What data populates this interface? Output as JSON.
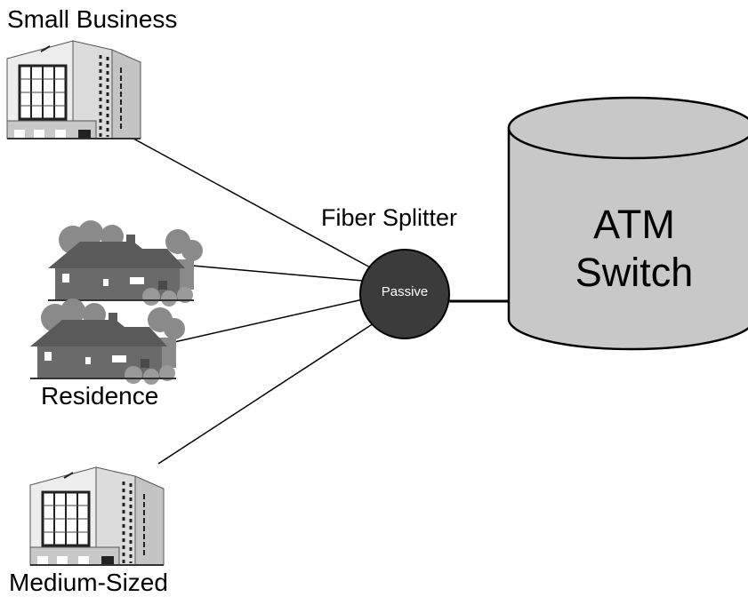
{
  "labels": {
    "small_business": "Small Business",
    "fiber_splitter": "Fiber Splitter",
    "passive": "Passive",
    "residence": "Residence",
    "medium_sized": "Medium-Sized",
    "atm_line1": "ATM",
    "atm_line2": "Switch"
  },
  "colors": {
    "splitter_fill": "#3b3b3b",
    "cylinder_fill": "#c8c8c8",
    "house_fill": "#6a6a6a",
    "tree_fill": "#8a8a8a",
    "building_fill": "#e4e4e4",
    "line": "#000000"
  },
  "icons": [
    "office-building-icon",
    "house-icon",
    "fiber-splitter-icon",
    "atm-switch-cylinder-icon"
  ]
}
